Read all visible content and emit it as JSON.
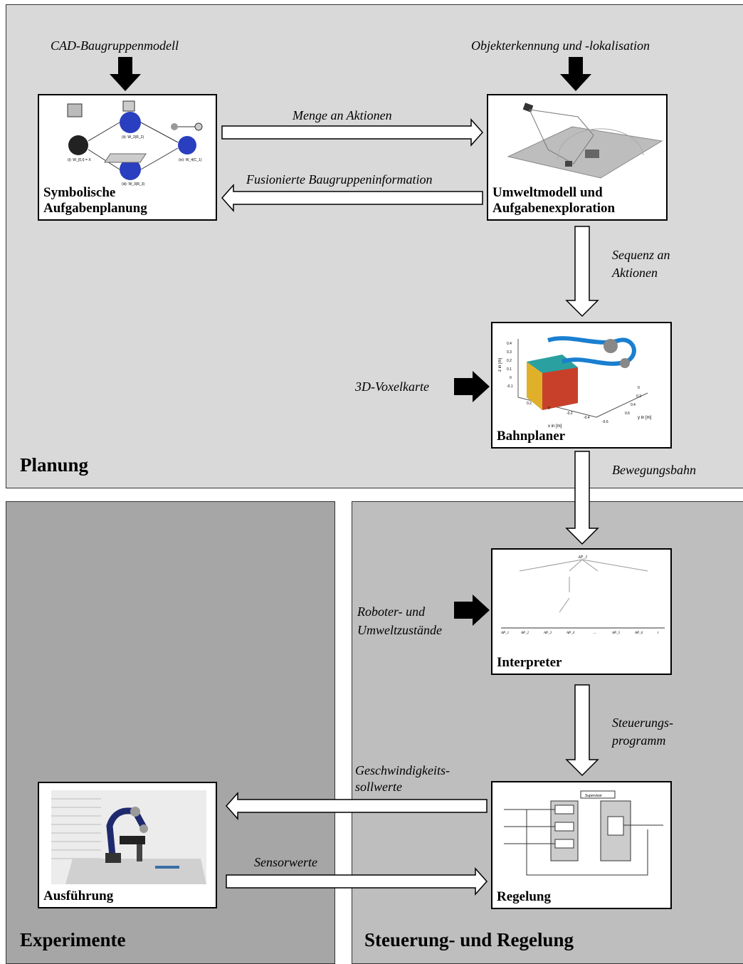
{
  "regions": {
    "planung": "Planung",
    "experimente": "Experimente",
    "steuerung": "Steuerung- und Regelung"
  },
  "boxes": {
    "symbolisch": {
      "line1": "Symbolische",
      "line2": "Aufgabenplanung"
    },
    "umwelt": {
      "line1": "Umweltmodell und",
      "line2": "Aufgabenexploration"
    },
    "bahnplaner": {
      "line1": "Bahnplaner"
    },
    "interpreter": {
      "line1": "Interpreter"
    },
    "regelung": {
      "line1": "Regelung"
    },
    "ausfuehrung": {
      "line1": "Ausführung"
    }
  },
  "inputs": {
    "cad": "CAD-Baugruppenmodell",
    "objekt": "Objekterkennung und -lokalisation",
    "voxel": "3D-Voxelkarte",
    "roboter_line1": "Roboter- und",
    "roboter_line2": "Umweltzustände"
  },
  "flows": {
    "menge": "Menge an Aktionen",
    "fusioniert": "Fusionierte Baugruppeninformation",
    "sequenz_line1": "Sequenz an",
    "sequenz_line2": "Aktionen",
    "bewegung": "Bewegungsbahn",
    "steuer_line1": "Steuerungs-",
    "steuer_line2": "programm",
    "geschw_line1": "Geschwindigkeits-",
    "geschw_line2": "sollwerte",
    "sensor": "Sensorwerte"
  },
  "figures": {
    "planning_labels": [
      "(i): W_{0,I} = X",
      "(ii): W_2(R_2)",
      "(iii): W_3(R_3)",
      "(iv): W_4(C_1)"
    ],
    "plot_ticks_z": [
      "0.4",
      "0.3",
      "0.2",
      "0.1",
      "0",
      "-0.1"
    ],
    "plot_ticks_x": [
      "0.2",
      "0",
      "-0.2",
      "-0.4",
      "-0.6"
    ],
    "plot_ticks_y": [
      "0",
      "0.2",
      "0.4",
      "0.6"
    ],
    "plot_axis_z": "z in [m]",
    "plot_axis_x": "x in [m]",
    "plot_axis_y": "y in [m]",
    "tree_root": "AP_1",
    "tree_leaves": [
      "AP_1",
      "AP_2",
      "AP_3",
      "AP_4",
      "...",
      "AP_5",
      "AP_6",
      "t"
    ],
    "ctrl_supervisor": "Supervisor"
  },
  "colors": {
    "planung_bg": "#d9d9d9",
    "experimente_bg": "#a6a6a6",
    "steuerung_bg": "#bebebe",
    "sphere_blue": "#2a3fbf"
  }
}
